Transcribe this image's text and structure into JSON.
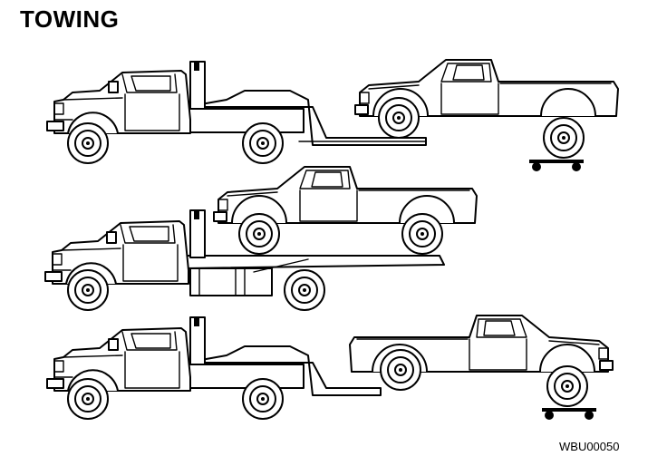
{
  "page": {
    "title": "TOWING",
    "figure_code": "WBU00050"
  },
  "scenes": [
    {
      "name": "wheel-lift-towing-rear-on-dolly"
    },
    {
      "name": "flatbed-carrier-towing"
    },
    {
      "name": "wheel-lift-towing-front-on-dolly"
    }
  ]
}
